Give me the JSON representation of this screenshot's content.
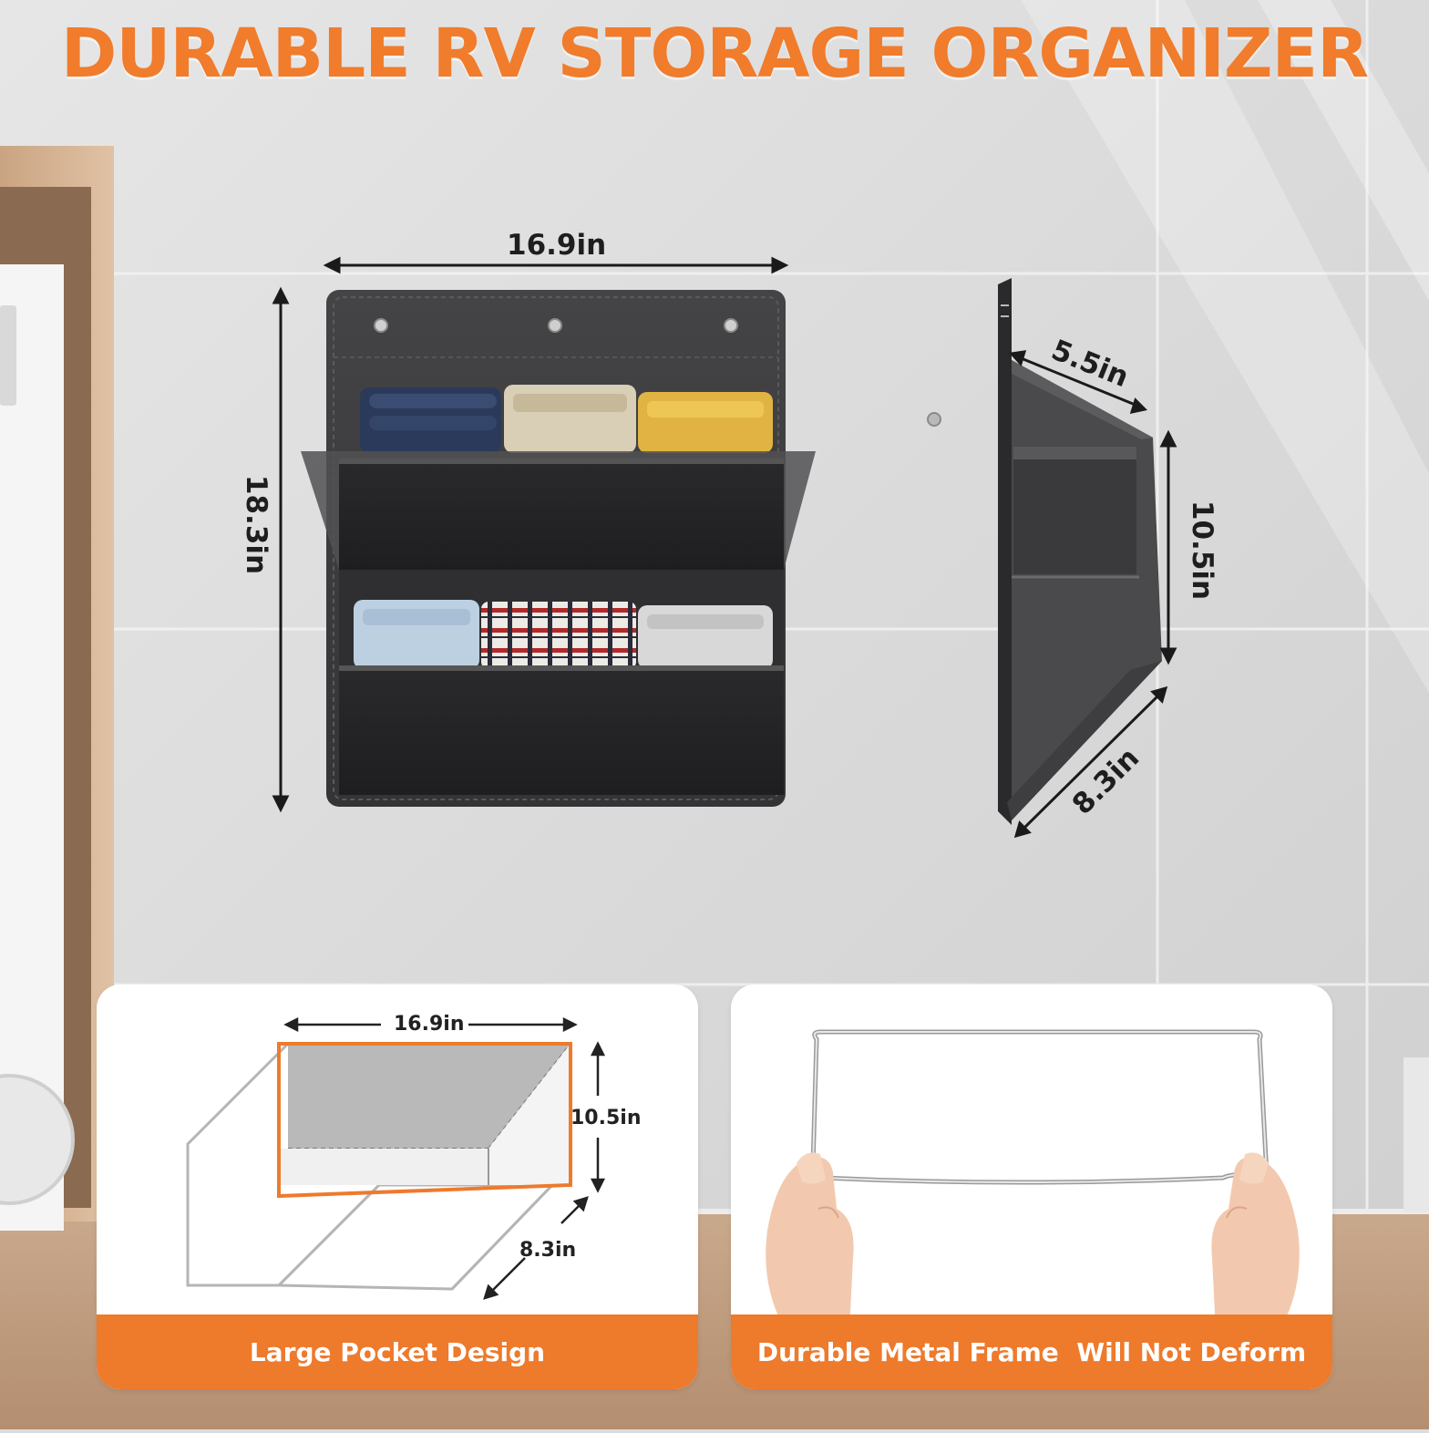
{
  "headline": "DURABLE RV STORAGE ORGANIZER",
  "main_product": {
    "width_label": "16.9in",
    "height_label": "18.3in"
  },
  "side_view": {
    "top_depth_label": "5.5in",
    "pocket_height_label": "10.5in",
    "bottom_depth_label": "8.3in"
  },
  "cards": [
    {
      "caption": "Large Pocket Design",
      "width_label": "16.9in",
      "height_label": "10.5in",
      "depth_label": "8.3in"
    },
    {
      "caption": "Durable Metal Frame  Will Not Deform"
    }
  ],
  "colors": {
    "accent": "#ee7a2c",
    "fabric": "#3a3a3c",
    "wall": "#dedede"
  }
}
